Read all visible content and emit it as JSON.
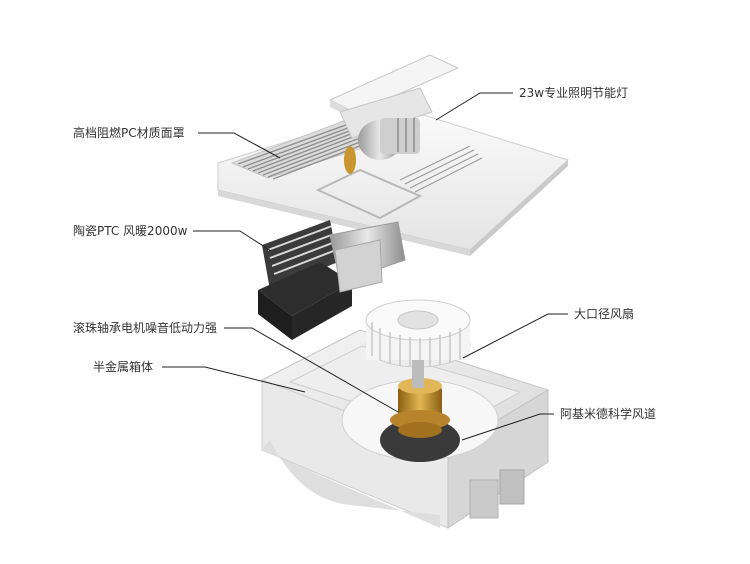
{
  "colors": {
    "background": "#ffffff",
    "label_text": "#333333",
    "leader_line": "#222222",
    "panel_white": "#f2f2f2",
    "heater_black": "#2a2a2a",
    "motor_gold": "#c9962e"
  },
  "labels": {
    "lamp": "23w专业照明节能灯",
    "cover": "高档阻燃PC材质面罩",
    "heater": "陶瓷PTC 风暖2000w",
    "fan": "大口径风扇",
    "motor": "滚珠轴承电机噪音低动力强",
    "housing": "半金属箱体",
    "airduct": "阿基米德科学风道"
  },
  "icons": {
    "exploded_view": "bath-heater-exploded-view"
  }
}
